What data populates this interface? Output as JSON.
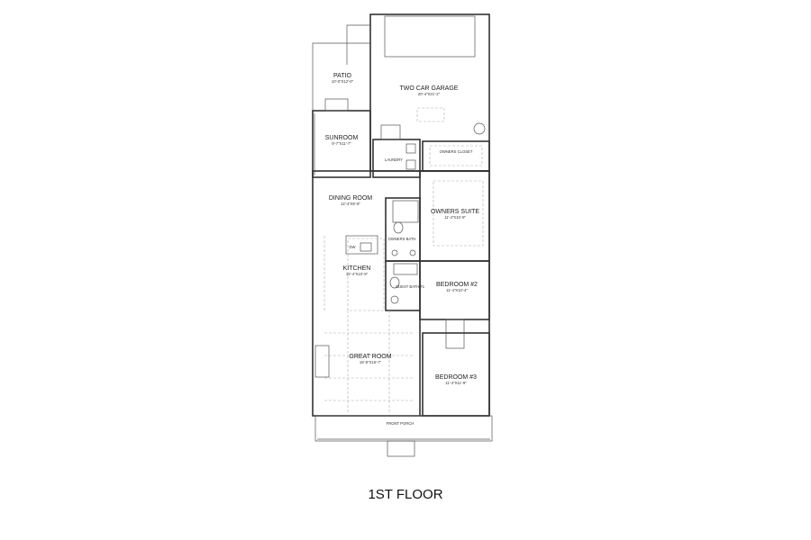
{
  "title": "1ST FLOOR",
  "rooms": {
    "patio": {
      "name": "PATIO",
      "size": "10'-0\"X12'-0\""
    },
    "garage": {
      "name": "TWO CAR GARAGE",
      "size": "20'-4\"X21'-2\""
    },
    "sunroom": {
      "name": "SUNROOM",
      "size": "9'-7\"X11'-7\""
    },
    "laundry": {
      "name": "LAUNDRY"
    },
    "owners_closet": {
      "name": "OWNERS CLOSET"
    },
    "dining": {
      "name": "DINING ROOM",
      "size": "12'-4\"X9'-8\""
    },
    "owners_suite": {
      "name": "OWNERS SUITE",
      "size": "11'-4\"X10'-9\""
    },
    "owners_bath": {
      "name": "OWNERS BATH"
    },
    "kitchen": {
      "name": "KITCHEN",
      "size": "12'-4\"X10'-9\""
    },
    "dw": {
      "name": "DW"
    },
    "guest_bath": {
      "name": "GUEST BATH #1"
    },
    "bedroom2": {
      "name": "BEDROOM #2",
      "size": "11'-4\"X10'-4\""
    },
    "great_room": {
      "name": "GREAT ROOM",
      "size": "18'-8\"X16'-7\""
    },
    "bedroom3": {
      "name": "BEDROOM #3",
      "size": "11'-4\"X11'-9\""
    },
    "front_porch": {
      "name": "FRONT PORCH"
    }
  }
}
